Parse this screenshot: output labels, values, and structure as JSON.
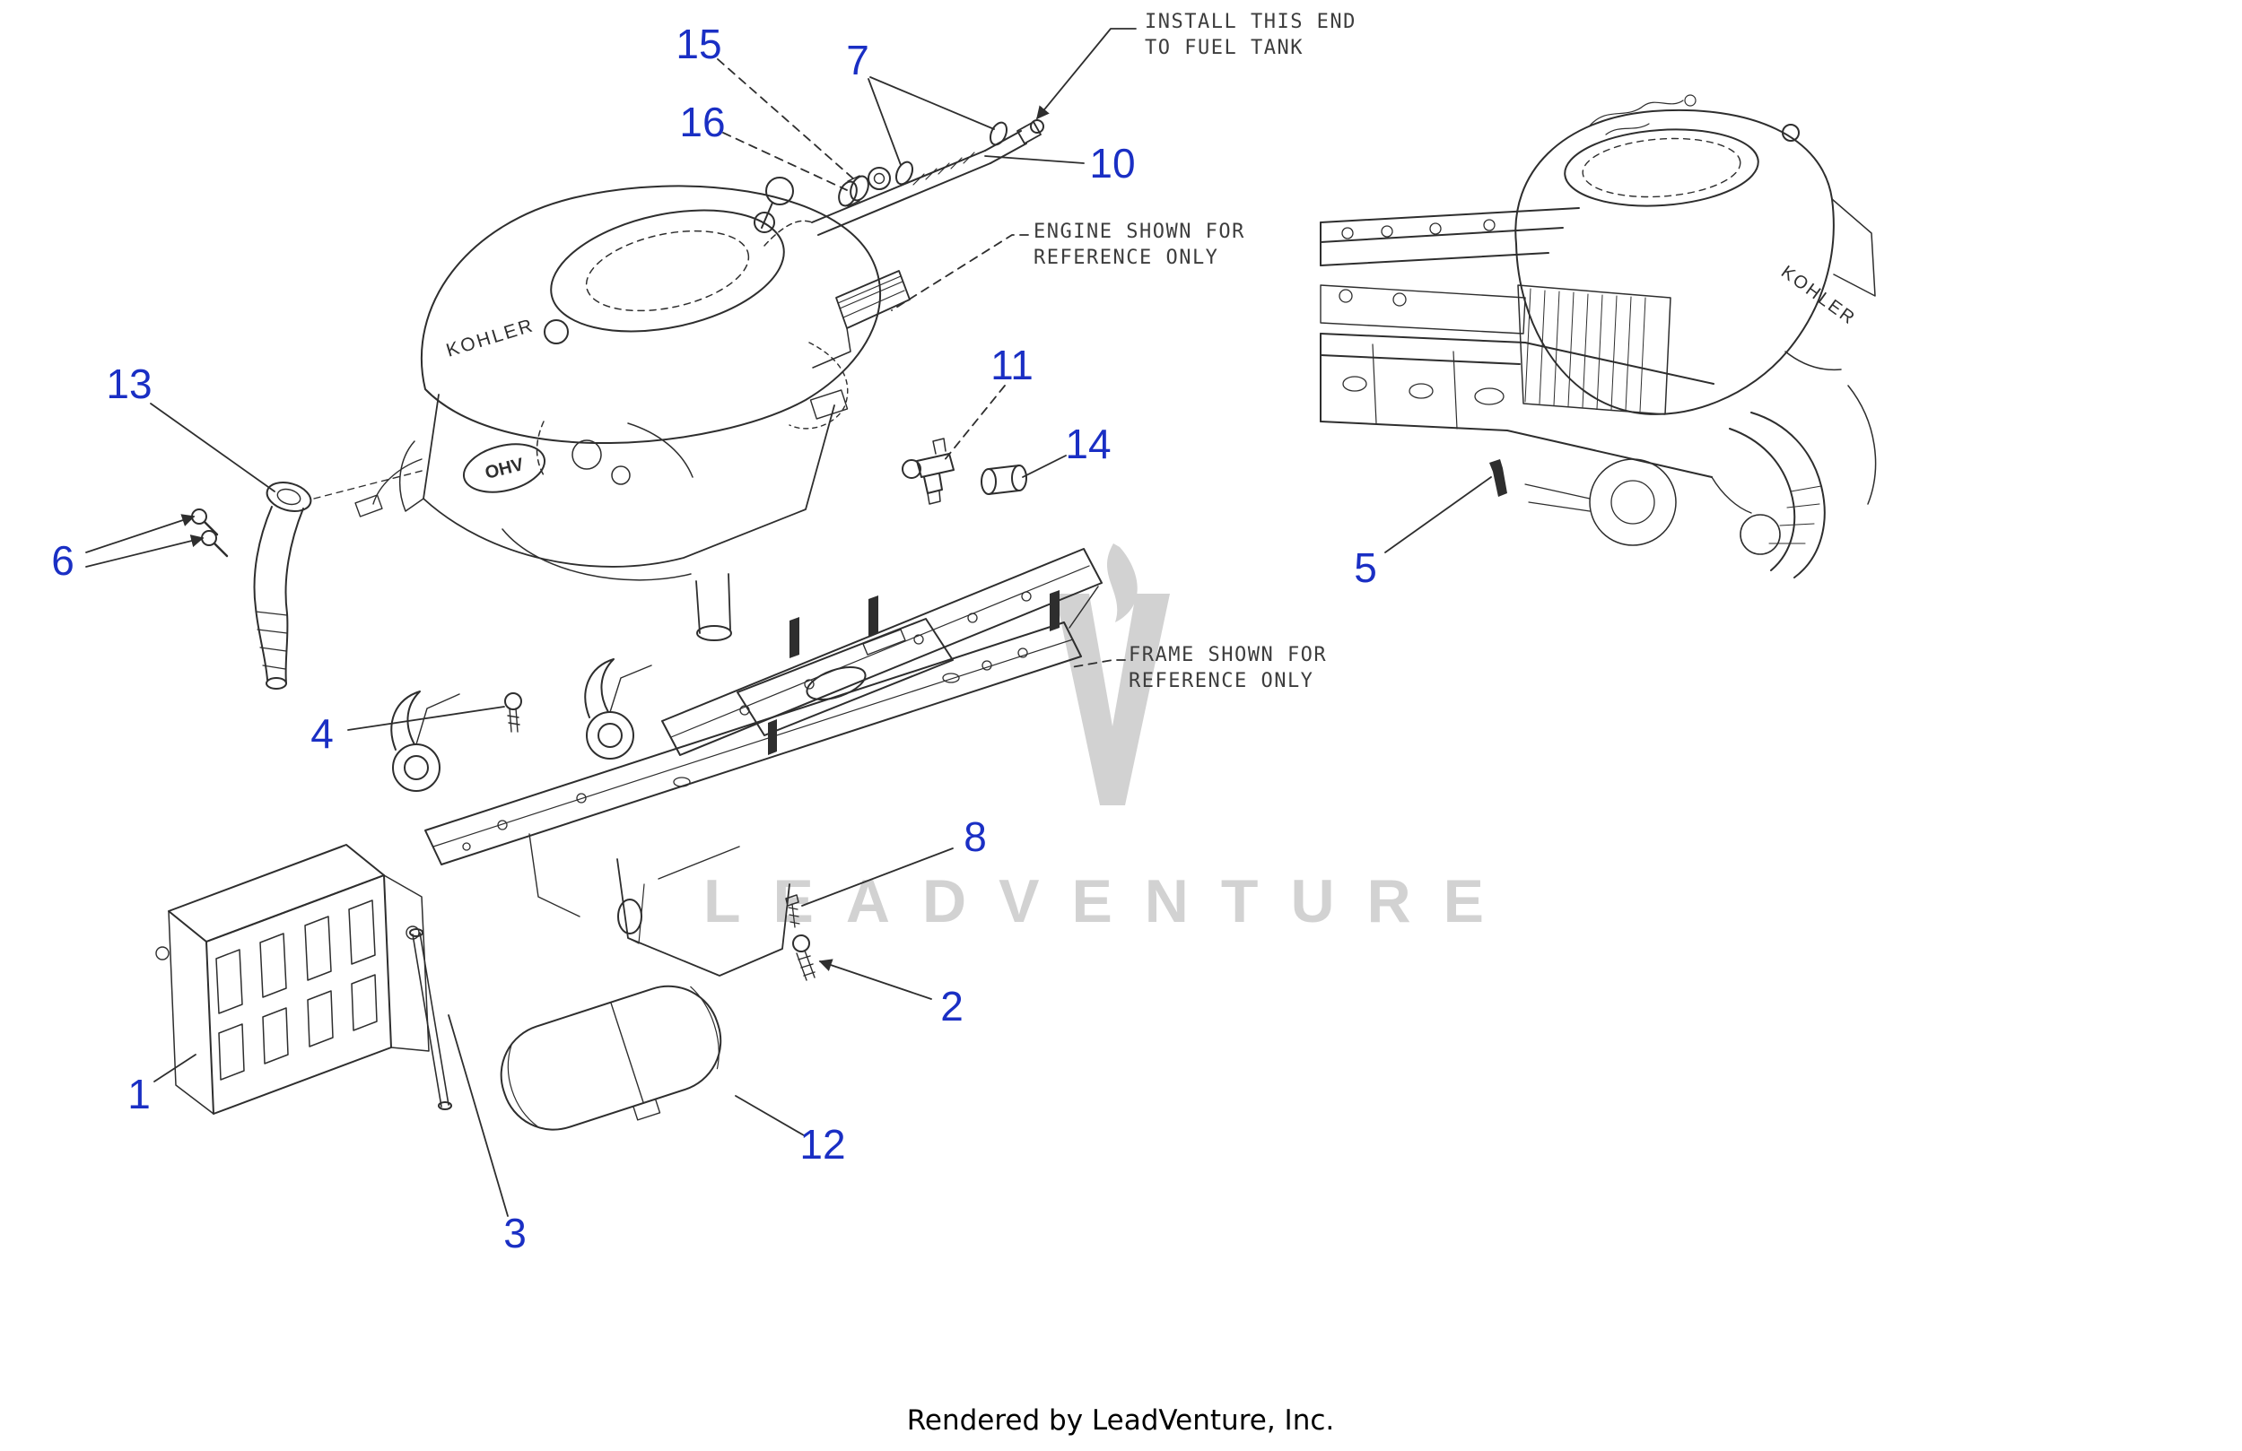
{
  "colors": {
    "callout_blue": "#1a2fc4",
    "line_dark": "#2e2e2e",
    "note_text": "#3d3d3d",
    "watermark_gray": "#d2d2d2",
    "footer_text": "#000000",
    "background": "#ffffff"
  },
  "notes": {
    "install": {
      "line1": "INSTALL THIS END",
      "line2": "TO FUEL TANK"
    },
    "engine": {
      "line1": "ENGINE SHOWN FOR",
      "line2": "REFERENCE ONLY"
    },
    "frame": {
      "line1": "FRAME SHOWN FOR",
      "line2": "REFERENCE ONLY"
    }
  },
  "labels": {
    "engine_brand": "KOHLER",
    "ohv": "OHV"
  },
  "callouts": {
    "c1": {
      "number": "1"
    },
    "c2": {
      "number": "2"
    },
    "c3": {
      "number": "3"
    },
    "c4": {
      "number": "4"
    },
    "c5": {
      "number": "5"
    },
    "c6": {
      "number": "6"
    },
    "c7": {
      "number": "7"
    },
    "c8": {
      "number": "8"
    },
    "c10": {
      "number": "10"
    },
    "c11": {
      "number": "11"
    },
    "c12": {
      "number": "12"
    },
    "c13": {
      "number": "13"
    },
    "c14": {
      "number": "14"
    },
    "c15": {
      "number": "15"
    },
    "c16": {
      "number": "16"
    }
  },
  "watermark": {
    "text": "LEADVENTURE"
  },
  "footer": {
    "text": "Rendered by LeadVenture, Inc."
  }
}
